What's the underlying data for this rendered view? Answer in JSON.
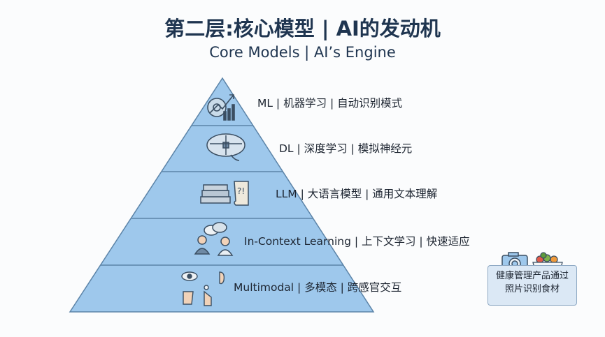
{
  "header": {
    "title": "第二层:核心模型 | AI的发动机",
    "subtitle": "Core Models | AI’s Engine"
  },
  "pyramid": {
    "fill_color": "#9ec8ec",
    "layers": [
      {
        "label": "ML | 机器学习 | 自动识别模式",
        "icon": "gear-chart-icon"
      },
      {
        "label": "DL | 深度学习 | 模拟神经元",
        "icon": "brain-network-icon"
      },
      {
        "label": "LLM | 大语言模型 | 通用文本理解",
        "icon": "books-scroll-icon"
      },
      {
        "label": "In-Context Learning | 上下文学习 | 快速适应",
        "icon": "people-chat-icon"
      },
      {
        "label": "Multimodal | 多模态 | 跨感官交互",
        "icon": "senses-icon"
      }
    ]
  },
  "example_box": {
    "line1": "健康管理产品通过",
    "line2": "照片识别食材",
    "icons": [
      "camera-icon",
      "vegetable-bowl-icon"
    ]
  }
}
